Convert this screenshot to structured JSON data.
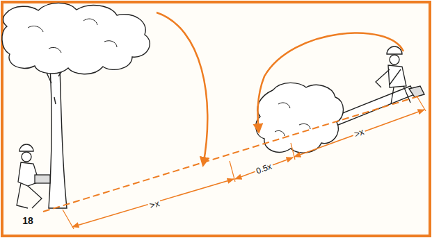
{
  "diagram": {
    "labels": [
      "18",
      ">x",
      "0.5x",
      ">x"
    ]
  }
}
